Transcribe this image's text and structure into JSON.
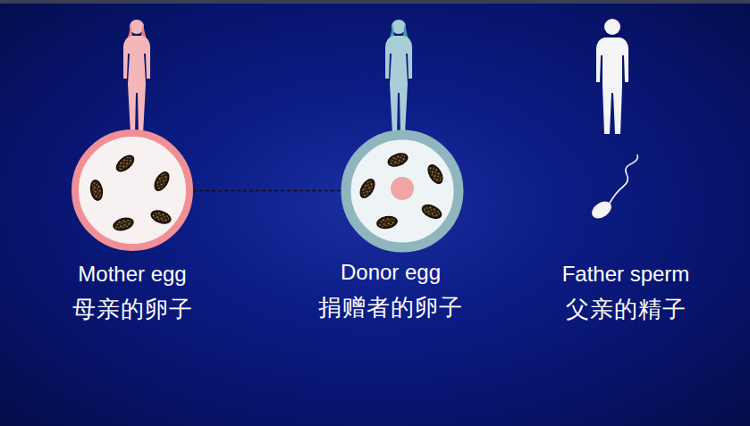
{
  "diagram": {
    "nodes": [
      {
        "text": [
          "Mother egg",
          "母亲的卵子"
        ]
      },
      {
        "text": [
          "Donor egg",
          "捐赠者的卵子"
        ]
      },
      {
        "text": [
          "Father sperm",
          "父亲的精子"
        ]
      }
    ],
    "edges": [
      {
        "from": 0,
        "to": 1,
        "arrow": "none"
      }
    ]
  }
}
